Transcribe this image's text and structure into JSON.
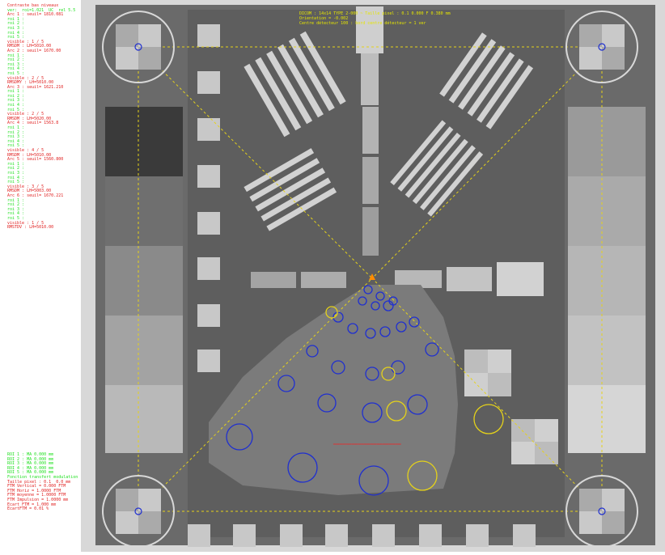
{
  "colors": {
    "background": "#6b6b6b",
    "frame": "#d8d8d8",
    "roi_blue": "#1f2fd0",
    "roi_yellow": "#e5d21a",
    "text_red": "#e02020",
    "text_green": "#22e022",
    "text_yellow": "#e6e600"
  },
  "icons": {
    "corner_marker": "circle-target-icon",
    "center_marker": "triangle-marker-icon"
  },
  "info_lines": [
    "DICOM : 14x14 TYPE 2-000 ~ Taille pixel : 0.1 0.000 F 0.380 mm",
    "Orientation = -0.002",
    "Centre détecteur 100 : bord centre détecteur = 1 ver"
  ],
  "left_panel": {
    "top_lines": [
      {
        "text": "Contraste bas niveaux",
        "color": "red"
      },
      {
        "text": "ver:  roi=1.021  UC  rel 5.5",
        "color": "green"
      },
      {
        "text": "Arc 1 : seuil= 1810.081",
        "color": "red"
      },
      {
        "text": "roi 1 : ",
        "color": "green"
      },
      {
        "text": "roi 2 : ",
        "color": "green"
      },
      {
        "text": "roi 3 : ",
        "color": "green"
      },
      {
        "text": "roi 4 : ",
        "color": "green"
      },
      {
        "text": "roi 5 : ",
        "color": "green"
      },
      {
        "text": "visible : 1 / 5",
        "color": "red"
      },
      {
        "text": "RMSDM : LH=5010.00",
        "color": "red"
      },
      {
        "text": "Arc 2 : seuil= 1670.00",
        "color": "red"
      },
      {
        "text": "roi 1 : ",
        "color": "green"
      },
      {
        "text": "roi 2 : ",
        "color": "green"
      },
      {
        "text": "roi 3 : ",
        "color": "green"
      },
      {
        "text": "roi 4 : ",
        "color": "green"
      },
      {
        "text": "roi 5 : ",
        "color": "green"
      },
      {
        "text": "visible : 2 / 5",
        "color": "red"
      },
      {
        "text": "RMSDMY : LH=5010.00",
        "color": "red"
      },
      {
        "text": "Arc 3 : seuil= 1621.210",
        "color": "red"
      },
      {
        "text": "roi 1 : ",
        "color": "green"
      },
      {
        "text": "roi 2 : ",
        "color": "green"
      },
      {
        "text": "roi 3 : ",
        "color": "green"
      },
      {
        "text": "roi 4 : ",
        "color": "green"
      },
      {
        "text": "roi 5 : ",
        "color": "green"
      },
      {
        "text": "visible : 2 / 5",
        "color": "red"
      },
      {
        "text": "RMSDM : LH=5020.00",
        "color": "red"
      },
      {
        "text": "Arc 4 : seuil= 1563.8",
        "color": "red"
      },
      {
        "text": "roi 1 : ",
        "color": "green"
      },
      {
        "text": "roi 2 : ",
        "color": "green"
      },
      {
        "text": "roi 3 : ",
        "color": "green"
      },
      {
        "text": "roi 4 : ",
        "color": "green"
      },
      {
        "text": "roi 5 : ",
        "color": "green"
      },
      {
        "text": "visible : 4 / 5",
        "color": "red"
      },
      {
        "text": "RMSDM : LH=5010.00",
        "color": "red"
      },
      {
        "text": "Arc 5 : seuil= 1560.800",
        "color": "red"
      },
      {
        "text": "roi 1 : ",
        "color": "green"
      },
      {
        "text": "roi 2 : ",
        "color": "green"
      },
      {
        "text": "roi 3 : ",
        "color": "green"
      },
      {
        "text": "roi 4 : ",
        "color": "green"
      },
      {
        "text": "roi 5 : ",
        "color": "green"
      },
      {
        "text": "visible : 3 / 5",
        "color": "red"
      },
      {
        "text": "RMSDM : LH=5003.00",
        "color": "red"
      },
      {
        "text": "Arc 6 : seuil= 1670.221",
        "color": "red"
      },
      {
        "text": "roi 1 : ",
        "color": "green"
      },
      {
        "text": "roi 2 : ",
        "color": "green"
      },
      {
        "text": "roi 3 : ",
        "color": "green"
      },
      {
        "text": "roi 4 : ",
        "color": "green"
      },
      {
        "text": "roi 5 : ",
        "color": "green"
      },
      {
        "text": "visible : 1 / 5",
        "color": "red"
      },
      {
        "text": "RMSTDV : LH=5010.00",
        "color": "red"
      }
    ],
    "bottom_lines": [
      {
        "text": "ROI 1 : MA 0.000 mm",
        "color": "green"
      },
      {
        "text": "ROI 2 : MA 0.000 mm",
        "color": "green"
      },
      {
        "text": "ROI 3 : MA 0.000 mm",
        "color": "green"
      },
      {
        "text": "ROI 4 : MA 0.000 mm",
        "color": "green"
      },
      {
        "text": "ROI 5 : MA 0.000 mm",
        "color": "green"
      },
      {
        "text": "Fonction transfert modulation",
        "color": "green"
      },
      {
        "text": "Taille pixel : 0.1  0.0 mm",
        "color": "red"
      },
      {
        "text": "FTM Vertical = 0.000 FTM",
        "color": "red"
      },
      {
        "text": "FTM Horiz = 1.0000 FTM",
        "color": "red"
      },
      {
        "text": "FTM moyenne = 1.0000 FTM",
        "color": "red"
      },
      {
        "text": "FTM Impulsion = 1.0000 mm",
        "color": "red"
      },
      {
        "text": "Ecart FTM = 1.000 mm",
        "color": "red"
      },
      {
        "text": "EcartFTM = 0.01 %",
        "color": "red"
      }
    ]
  },
  "red_annotation": "━━━━━━━━━━━━━━━━━━━━━━"
}
